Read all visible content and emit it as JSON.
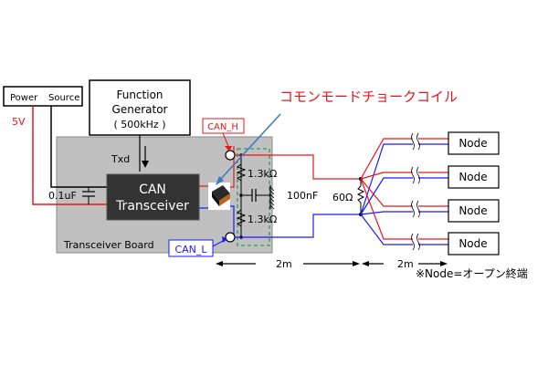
{
  "power_source": {
    "label_left": "Power",
    "label_right": "Source",
    "voltage": "5V"
  },
  "function_generator": {
    "line1": "Function",
    "line2": "Generator",
    "line3": "( 500kHz )"
  },
  "txd_label": "Txd",
  "capacitor_label": "0.1uF",
  "transceiver": {
    "line1": "CAN",
    "line2": "Transceiver"
  },
  "board_label": "Transceiver Board",
  "can_h_label": "CAN_H",
  "can_l_label": "CAN_L",
  "choke_callout": "コモンモードチョークコイル",
  "resistor_top": "1.3kΩ",
  "resistor_bottom": "1.3kΩ",
  "split_cap_label": "100nF",
  "termination_label": "60Ω",
  "nodes": [
    "Node",
    "Node",
    "Node",
    "Node"
  ],
  "distance_1": "2m",
  "distance_2": "2m",
  "note": "※Node=オープン終端",
  "colors": {
    "can_h": "#e8161b",
    "can_l": "#1a1aff",
    "callout": "#e8161b",
    "board": "#c0c0c0",
    "transceiver": "#333333",
    "split_box": "#2e9e4f",
    "arrow_blue": "#3a78c8"
  }
}
